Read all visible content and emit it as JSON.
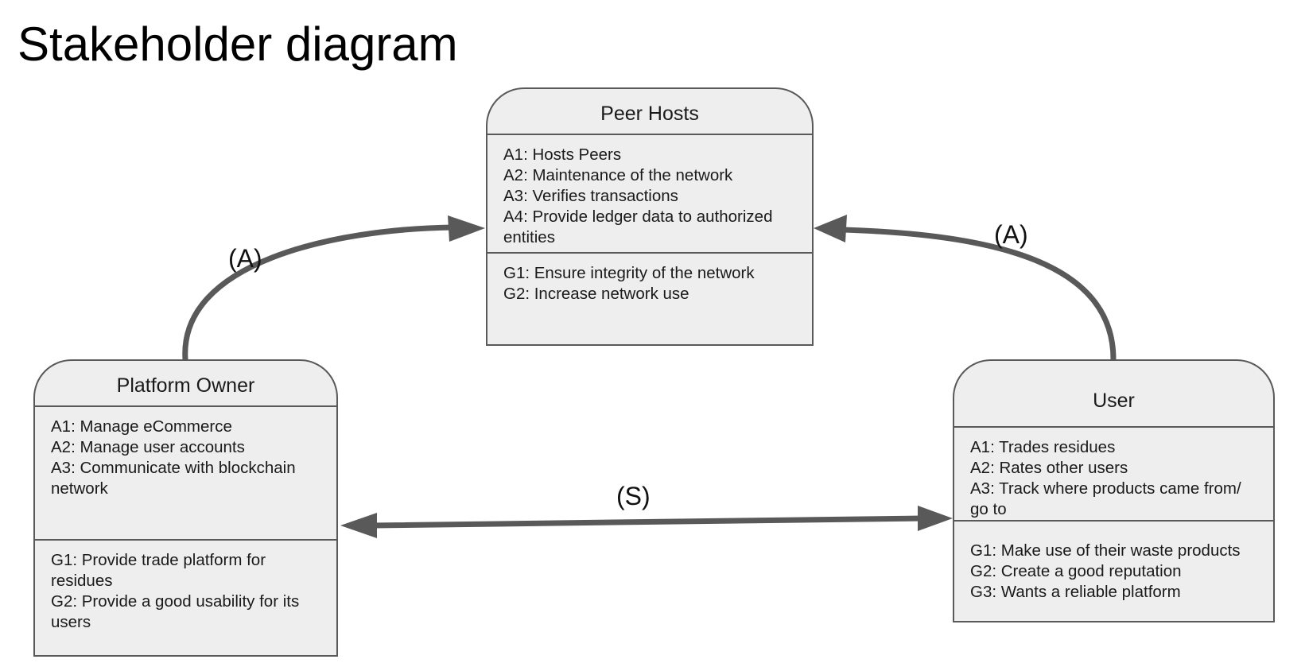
{
  "title": "Stakeholder diagram",
  "colors": {
    "card_fill": "#eeeeee",
    "card_border": "#595959",
    "arrow": "#595959"
  },
  "edges": {
    "owner_to_hosts": "(A)",
    "user_to_hosts": "(A)",
    "owner_user": "(S)"
  },
  "stakeholders": {
    "peer_hosts": {
      "name": "Peer Hosts",
      "actions": [
        "A1: Hosts Peers",
        "A2: Maintenance of the network",
        "A3: Verifies transactions",
        "A4: Provide ledger data to authorized",
        "entities"
      ],
      "goals": [
        "G1: Ensure integrity of the network",
        "G2: Increase network use"
      ]
    },
    "platform_owner": {
      "name": "Platform Owner",
      "actions": [
        "A1: Manage eCommerce",
        "A2: Manage user accounts",
        "A3: Communicate with blockchain",
        "network"
      ],
      "goals": [
        "G1: Provide trade platform for",
        "residues",
        "G2: Provide a good usability for its",
        "users"
      ]
    },
    "user": {
      "name": "User",
      "actions": [
        "A1: Trades residues",
        "A2: Rates other users",
        "A3: Track where products came from/",
        "go to"
      ],
      "goals": [
        "G1: Make use of their waste products",
        "G2: Create a good reputation",
        "G3: Wants a reliable platform"
      ]
    }
  }
}
